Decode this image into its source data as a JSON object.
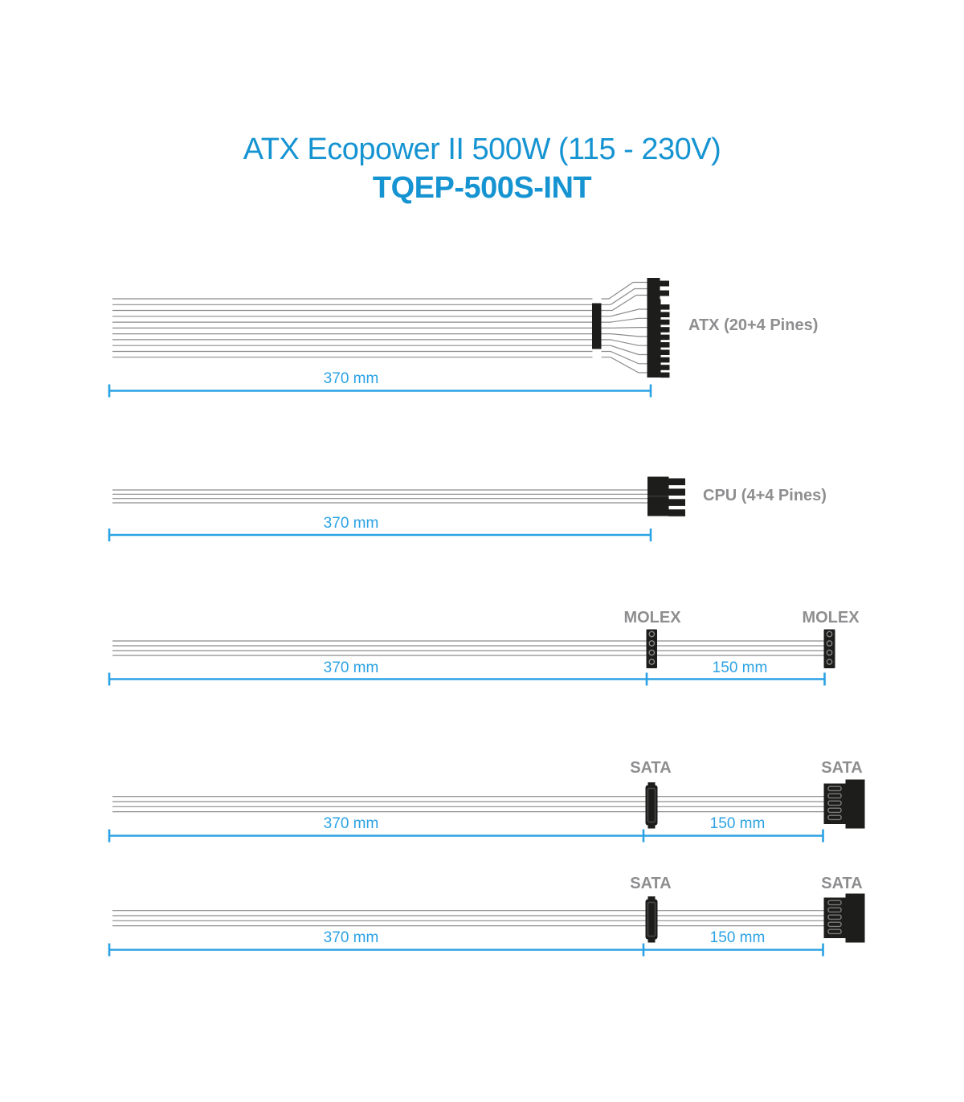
{
  "header": {
    "title": "ATX Ecopower II 500W (115 - 230V)",
    "model": "TQEP-500S-INT"
  },
  "colors": {
    "title_blue": "#1694d2",
    "dimension_blue": "#2ba2e4",
    "label_gray": "#8e8e90",
    "wire_gray": "#8c8c8c",
    "connector_black": "#1d1d1b"
  },
  "rows": [
    {
      "type": "atx",
      "label": "ATX (20+4 Pines)",
      "dim_370": "370 mm"
    },
    {
      "type": "cpu",
      "label": "CPU (4+4 Pines)",
      "dim_370": "370 mm"
    },
    {
      "type": "molex",
      "label_mid": "MOLEX",
      "label_end": "MOLEX",
      "dim_370": "370 mm",
      "dim_150": "150 mm"
    },
    {
      "type": "sata",
      "label_mid": "SATA",
      "label_end": "SATA",
      "dim_370": "370 mm",
      "dim_150": "150 mm"
    },
    {
      "type": "sata",
      "label_mid": "SATA",
      "label_end": "SATA",
      "dim_370": "370 mm",
      "dim_150": "150 mm"
    }
  ]
}
